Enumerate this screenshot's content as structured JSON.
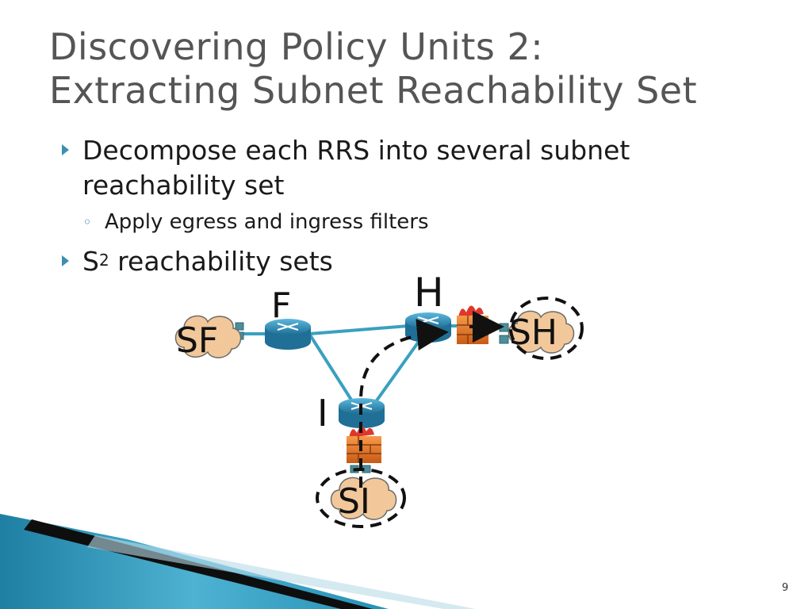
{
  "slide": {
    "title_line1": "Discovering Policy Units 2:",
    "title_line2": "Extracting Subnet Reachability Set",
    "bullet1": "Decompose each RRS into several subnet reachability set",
    "bullet1_sub": "Apply egress and ingress filters",
    "bullet2_prefix": "S",
    "bullet2_sup": "2",
    "bullet2_rest": " reachability sets",
    "page_number": "9"
  },
  "diagram": {
    "router_labels": {
      "f": "F",
      "h": "H",
      "i": "I"
    },
    "subnet_labels": {
      "sf": "SF",
      "sh": "SH",
      "si": "SI"
    },
    "link_color": "#3aa0c0",
    "router_color": "#2e8db3",
    "firewall_color": "#e8742a",
    "path_color": "#111111"
  },
  "colors": {
    "title": "#555555",
    "accent": "#3c8fb0"
  }
}
